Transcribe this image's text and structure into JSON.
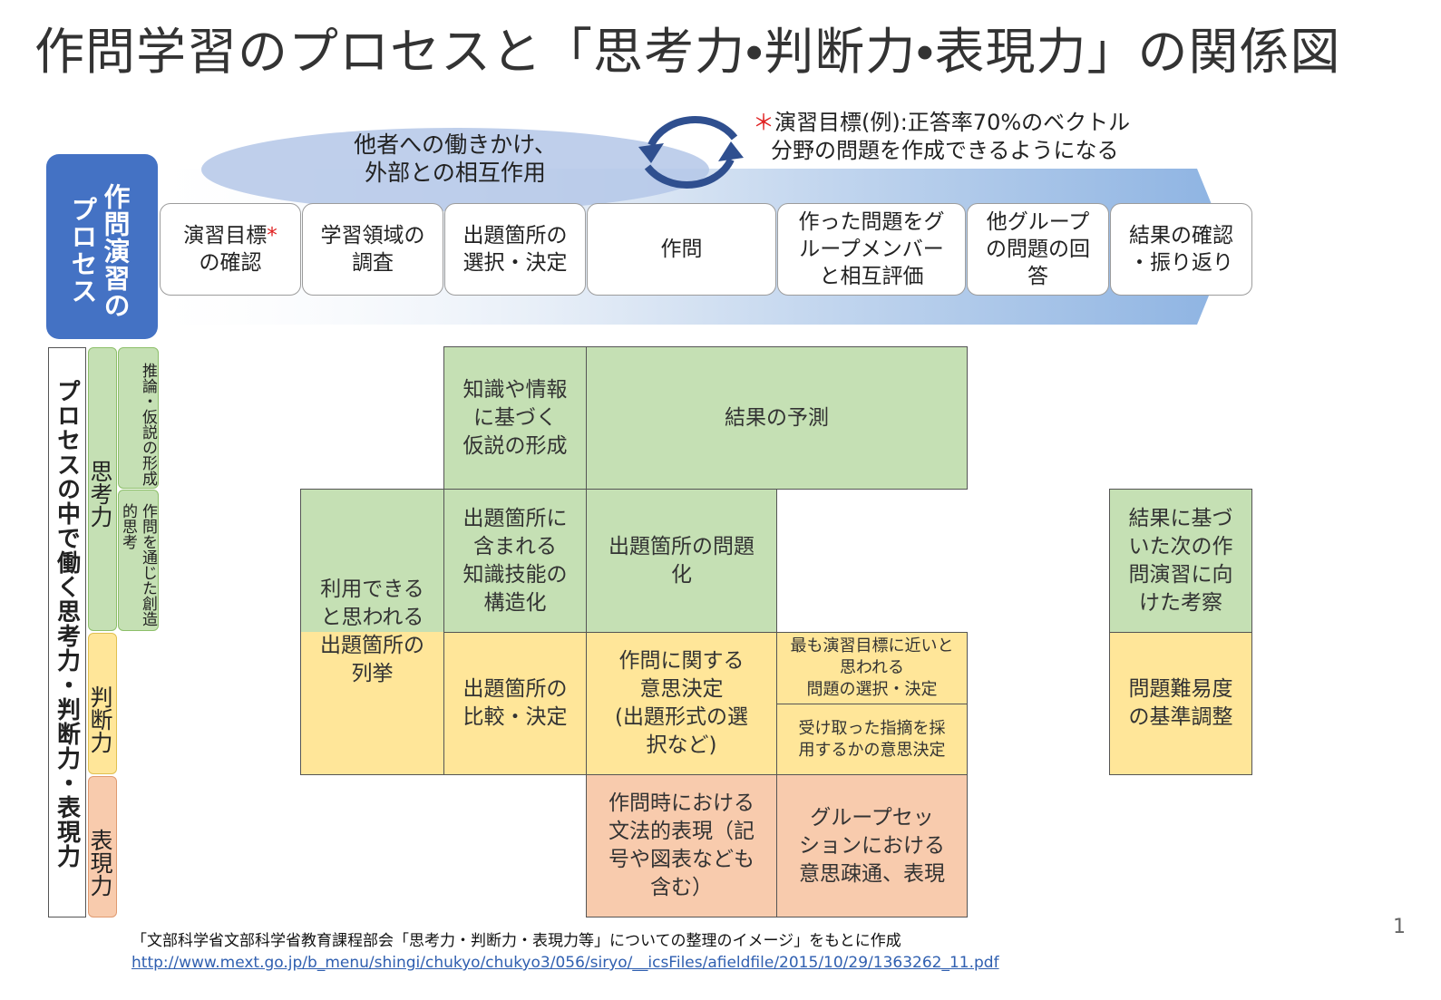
{
  "title": "作問学習のプロセスと「思考力•判断力•表現力」の関係図",
  "ellipse_text": "他者への働きかけ、\n外部との相互作用",
  "note": {
    "star": "＊",
    "line1": "演習目標(例):正答率70%のベクトル",
    "line2": "分野の問題を作成できるようになる"
  },
  "process_header": [
    "作問演習の",
    "プロセス"
  ],
  "steps": [
    {
      "label": "演習目標",
      "star": "*",
      "label2": "\nの確認"
    },
    {
      "label": "学習領域の\n調査"
    },
    {
      "label": "出題箇所の\n選択・決定"
    },
    {
      "label": "作問"
    },
    {
      "label": "作った問題をグ\nループメンバー\nと相互評価"
    },
    {
      "label": "他グループ\nの問題の回\n答"
    },
    {
      "label": "結果の確認\n・振り返り"
    }
  ],
  "side_title": "プロセスの中で働く思考力・判断力・表現力",
  "categories": {
    "thinking": "思考力",
    "judgment": "判断力",
    "expression": "表現力"
  },
  "subcategories": {
    "hypothesis": "推論・仮説の形成",
    "creative": "作問を通じた創造的思考"
  },
  "cells": {
    "hypothesis": "知識や情報\nに基づく\n仮説の形成",
    "predict": "結果の予測",
    "list": "利用できる\nと思われる\n出題箇所の\n列挙",
    "structure": "出題箇所に\n含まれる\n知識技能の\n構造化",
    "problematize": "出題箇所の問題\n化",
    "next": "結果に基づ\nいた次の作\n問演習に向\nけた考察",
    "compare": "出題箇所の\n比較・決定",
    "decide": "作問に関する\n意思決定\n(出題形式の選\n択など)",
    "closest": "最も演習目標に近いと\n思われる\n問題の選択・決定",
    "adopt": "受け取った指摘を採\n用するかの意思決定",
    "difficulty": "問題難易度\nの基準調整",
    "grammar": "作問時における\n文法的表現（記\n号や図表なども\n含む）",
    "group": "グループセッ\nションにおける\n意思疎通、表現"
  },
  "source": {
    "text": "「文部科学省文部科学省教育課程部会「思考力・判断力・表現力等」についての整理のイメージ」をもとに作成",
    "url": "http://www.mext.go.jp/b_menu/shingi/chukyo/chukyo3/056/siryo/__icsFiles/afieldfile/2015/10/29/1363262_11.pdf"
  },
  "page_number": "1",
  "colors": {
    "process_blue": "#4472c4",
    "green": "#c5e0b4",
    "yellow": "#ffe699",
    "orange": "#f8cbad",
    "accent_red": "#e02020"
  }
}
